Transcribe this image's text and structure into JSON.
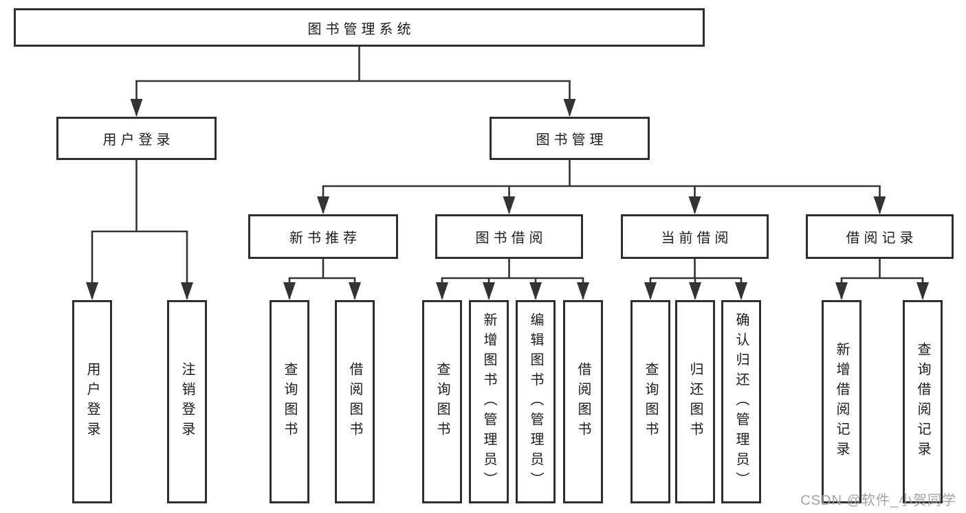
{
  "tree": {
    "root": {
      "label": "图书管理系统"
    },
    "branches": [
      {
        "label": "用户登录",
        "children": [
          {
            "label": "用户登录"
          },
          {
            "label": "注销登录"
          }
        ]
      },
      {
        "label": "图书管理",
        "children": [
          {
            "label": "新书推荐",
            "children": [
              {
                "label": "查询图书"
              },
              {
                "label": "借阅图书"
              }
            ]
          },
          {
            "label": "图书借阅",
            "children": [
              {
                "label": "查询图书"
              },
              {
                "label": "新增图书（管理员）"
              },
              {
                "label": "编辑图书（管理员）"
              },
              {
                "label": "借阅图书"
              }
            ]
          },
          {
            "label": "当前借阅",
            "children": [
              {
                "label": "查询图书"
              },
              {
                "label": "归还图书"
              },
              {
                "label": "确认归还（管理员）"
              }
            ]
          },
          {
            "label": "借阅记录",
            "children": [
              {
                "label": "新增借阅记录"
              },
              {
                "label": "查询借阅记录"
              }
            ]
          }
        ]
      }
    ]
  },
  "watermark": {
    "text": "CSDN @软件_小贺同学"
  },
  "colors": {
    "line": "#333333",
    "box_border": "#2e2e2e",
    "text": "#1c1c1c",
    "watermark": "#9e9e9e",
    "background": "#ffffff"
  }
}
